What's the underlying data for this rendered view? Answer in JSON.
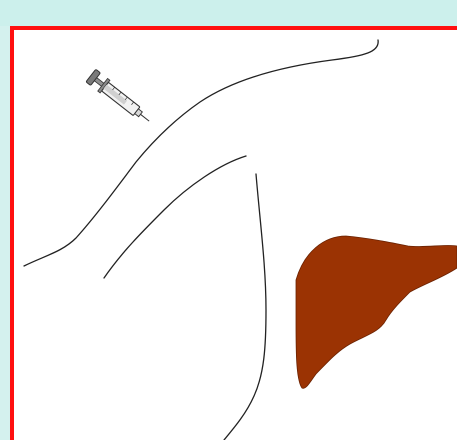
{
  "colors": {
    "background": "#ccf0ec",
    "frame": "#ff1010",
    "canvas": "#ffffff",
    "outline": "#222222",
    "liver": "#9b3303"
  },
  "figure": {
    "parts": [
      {
        "name": "syringe",
        "icon": "syringe-icon"
      },
      {
        "name": "shoulder-outline"
      },
      {
        "name": "arm-outline"
      },
      {
        "name": "torso-outline"
      },
      {
        "name": "liver",
        "icon": "liver-icon"
      }
    ]
  }
}
